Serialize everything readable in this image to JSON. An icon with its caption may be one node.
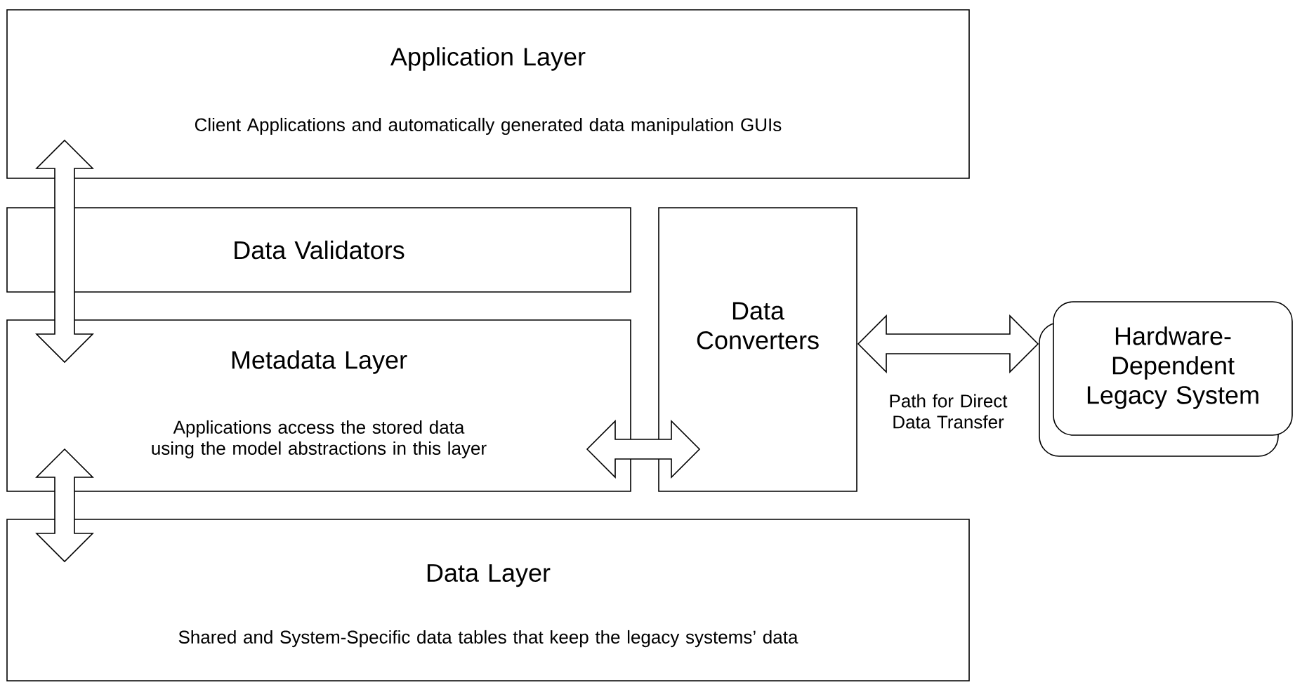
{
  "diagram": {
    "nodes": [
      {
        "text": [
          "Application Layer",
          "Client Applications and automatically generated data manipulation GUIs"
        ]
      },
      {
        "text": [
          "Data Validators"
        ]
      },
      {
        "text": [
          "Metadata Layer",
          "Applications access the stored data using the model abstractions in this layer"
        ]
      },
      {
        "text": [
          "Data Converters"
        ]
      },
      {
        "text": [
          "Hardware-Dependent Legacy System"
        ]
      },
      {
        "text": [
          "Data Layer",
          "Shared and System-Specific data tables that keep the legacy systems’ data"
        ]
      }
    ],
    "edges": [
      {
        "from": 0,
        "to": 2,
        "arrow": "both"
      },
      {
        "from": 2,
        "to": 5,
        "arrow": "both"
      },
      {
        "from": 2,
        "to": 3,
        "arrow": "both"
      },
      {
        "from": 3,
        "to": 4,
        "arrow": "both",
        "label": "Path for Direct Data Transfer"
      }
    ]
  }
}
